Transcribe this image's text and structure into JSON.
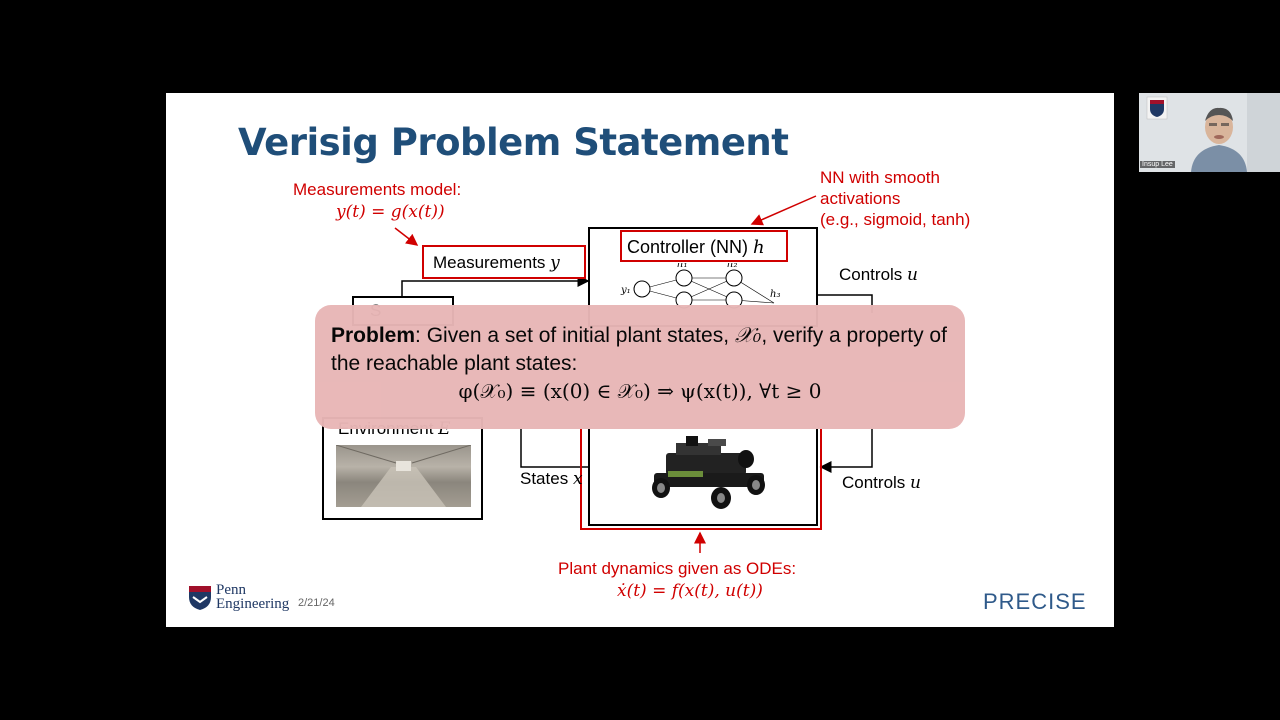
{
  "slide": {
    "title": "Verisig Problem Statement",
    "measurements_model_label": "Measurements model:",
    "measurements_model_eq": "y(t) = g(x(t))",
    "nn_note": [
      "NN with smooth",
      "activations",
      "(e.g., sigmoid, tanh)"
    ],
    "measurements_box": "Measurements",
    "measurements_sym": "y",
    "controller_box": "Controller (NN)",
    "controller_sym": "h",
    "controls_top": "Controls",
    "controls_bottom": "Controls",
    "controls_sym": "u",
    "states_label": "States",
    "states_sym": "x",
    "environment_label": "Environment",
    "environment_sym": "E",
    "nn_nodes": {
      "y1": "y₁",
      "h1": "h₁",
      "h2": "h₂",
      "h3": "h₃"
    },
    "sensor_partial": "S",
    "plant_note": "Plant dynamics given as ODEs:",
    "plant_eq": "ẋ(t) = f(x(t), u(t))",
    "date": "2/21/24",
    "penn_logo": "Penn Engineering",
    "precise_logo": "PRECISE"
  },
  "overlay": {
    "bold": "Problem",
    "text1": ": Given a set of initial plant states, ",
    "sym1": "𝒳₀",
    "text2": ", verify a property of the reachable plant states:",
    "formula": "φ(𝒳₀) ≡ (x(0) ∈ 𝒳₀) ⇒ ψ(x(t)), ∀t ≥ 0"
  },
  "webcam": {
    "name": "Insup Lee"
  },
  "colors": {
    "title": "#1f4e79",
    "accent_red": "#d00000",
    "overlay": "#e8b6b6"
  }
}
